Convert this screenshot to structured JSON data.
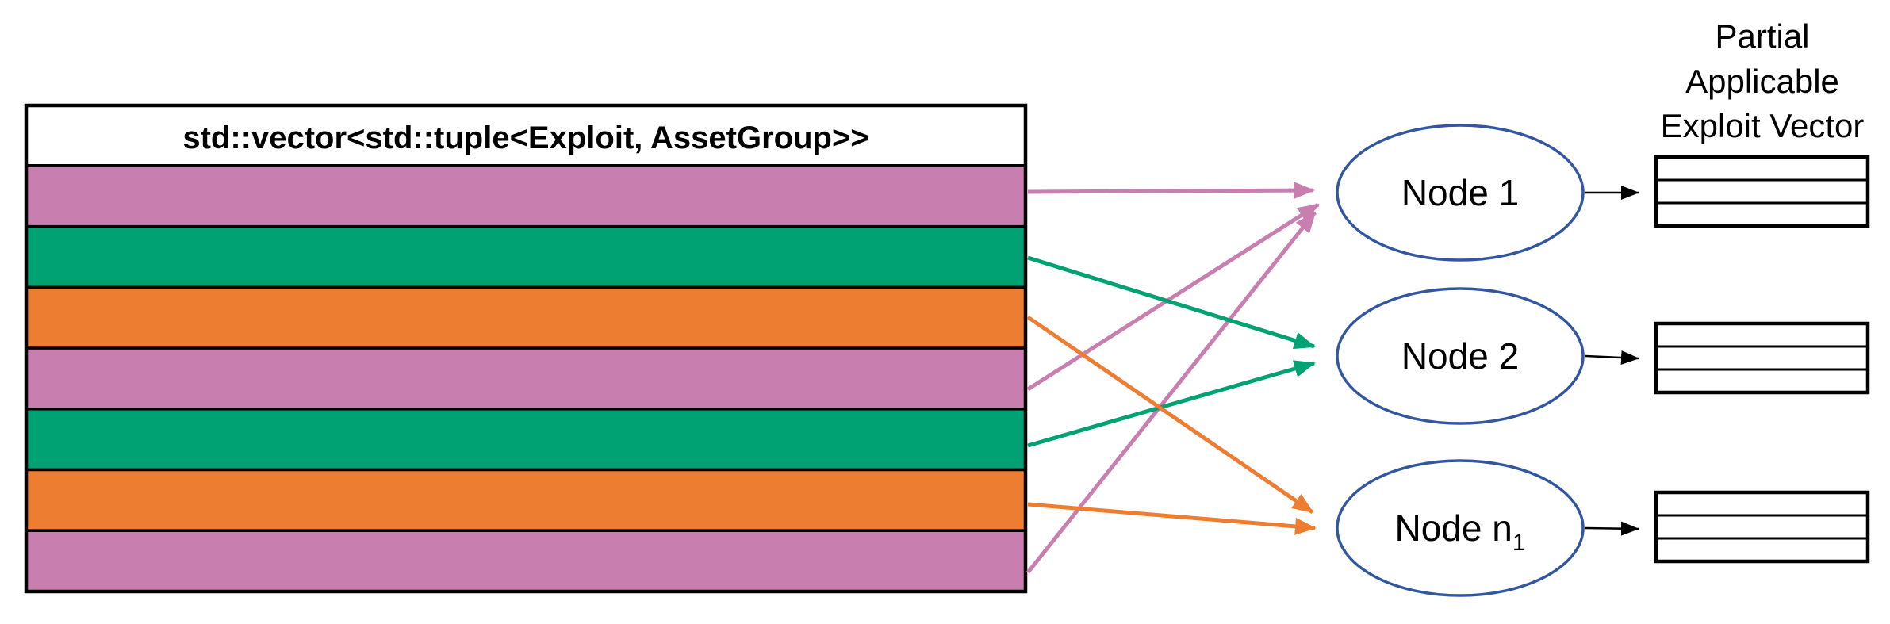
{
  "diagram": {
    "vector_box": {
      "header": "std::vector<std::tuple<Exploit, AssetGroup>>",
      "rows": [
        {
          "color_key": "pink",
          "target": "node-1"
        },
        {
          "color_key": "green",
          "target": "node-2"
        },
        {
          "color_key": "orange",
          "target": "node-n1"
        },
        {
          "color_key": "pink",
          "target": "node-1"
        },
        {
          "color_key": "green",
          "target": "node-2"
        },
        {
          "color_key": "orange",
          "target": "node-n1"
        },
        {
          "color_key": "pink",
          "target": "node-1"
        }
      ]
    },
    "nodes": [
      {
        "label": "Node 1"
      },
      {
        "label": "Node 2"
      },
      {
        "label": "Node n",
        "subscript": "1"
      }
    ],
    "output_label": {
      "line1": "Partial",
      "line2": "Applicable",
      "line3": "Exploit Vector"
    },
    "partial_tables": {
      "rows_per_table": 3,
      "count": 3
    },
    "colors": {
      "pink": "#C87FB0",
      "green": "#00A173",
      "orange": "#ED7D31",
      "node_border": "#3257A0",
      "line_black": "#000000"
    }
  }
}
